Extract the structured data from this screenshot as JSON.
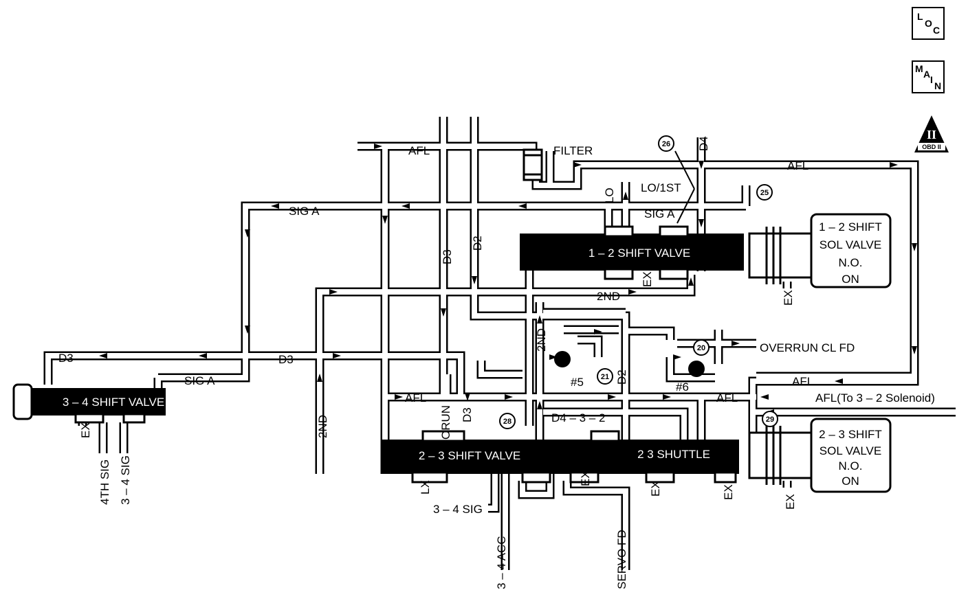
{
  "badges": {
    "loc": [
      "L",
      "O",
      "C"
    ],
    "main": [
      "M",
      "A",
      "I",
      "N"
    ],
    "obd": {
      "numeral": "II",
      "text": "OBD II"
    }
  },
  "labels": {
    "afl_top": "AFL",
    "filter": "FILTER",
    "d4": "D4",
    "afl_right": "AFL",
    "lo": "LO",
    "lo_1st": "LO/1ST",
    "sig_a_left": "SIG A",
    "sig_a_mid": "SIG A",
    "d3_vert": "D3",
    "d2_vert": "D2",
    "ex_12": "EX",
    "ex_sol12": "EX",
    "second_mid": "2ND",
    "second_vert": "2ND",
    "overrun_cl_fd": "OVERRUN CL FD",
    "d3_left": "D3",
    "d3_center": "D3",
    "check_5": "#5",
    "d2_lower": "D2",
    "check_6": "#6",
    "afl_sol23": "AFL",
    "sig_a_34": "SIG A",
    "afl_left": "AFL",
    "orun": "ORUN",
    "d3_lower": "D3",
    "afl_center": "AFL",
    "afl_to_32": "AFL(To 3 – 2 Solenoid)",
    "second_left": "2ND",
    "d4_3_2": "D4 – 3 – 2",
    "ex_34": "EX",
    "fourth_sig": "4TH SIG",
    "sig_34_vert": "3 – 4 SIG",
    "lx": "LX",
    "ex_23a": "EX",
    "ex_23b": "EX",
    "ex_23c": "EX",
    "ex_sol23": "EX",
    "sig_34_h": "3 – 4 SIG",
    "acc_34": "3 – 4 ACC",
    "servo_fd": "SERVO FD"
  },
  "valves": {
    "shift_12": "1 – 2 SHIFT VALVE",
    "shift_23": "2 – 3 SHIFT VALVE",
    "shuttle_23": "2   3 SHUTTLE",
    "shift_34": "3 – 4 SHIFT VALVE"
  },
  "solenoids": {
    "sol_12": [
      "1 – 2 SHIFT",
      "SOL VALVE",
      "N.O.",
      "ON"
    ],
    "sol_23": [
      "2 – 3 SHIFT",
      "SOL VALVE",
      "N.O.",
      "ON"
    ]
  },
  "callouts": {
    "c26": "26",
    "c25": "25",
    "c20": "20",
    "c21": "21",
    "c28": "28",
    "c29": "29"
  }
}
